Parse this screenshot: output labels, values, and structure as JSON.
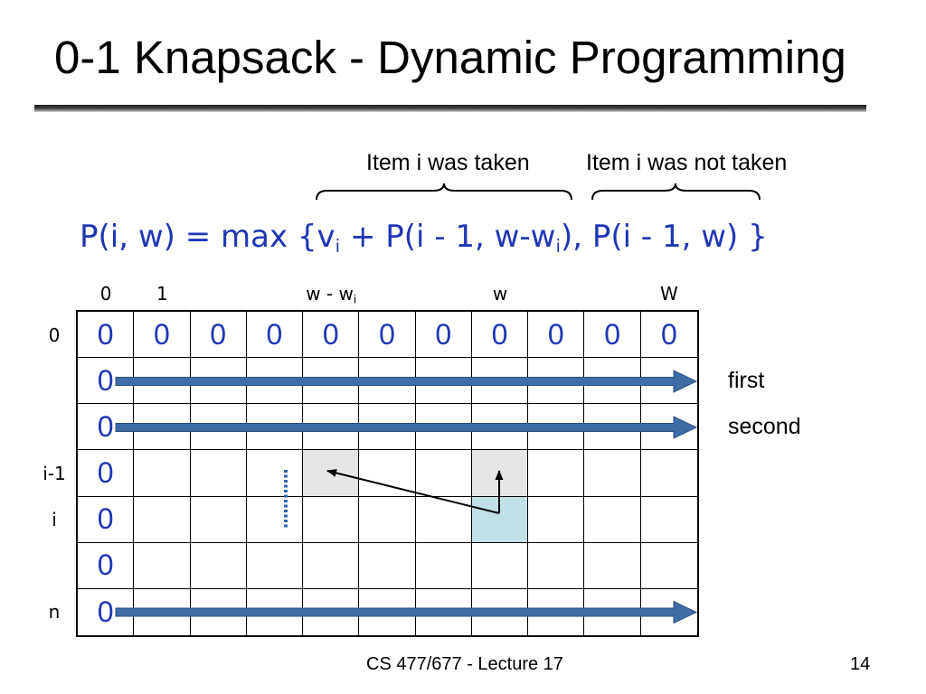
{
  "slide": {
    "title": "0-1 Knapsack - Dynamic Programming",
    "footer": "CS 477/677 - Lecture 17",
    "page_number": "14"
  },
  "braces": {
    "taken": "Item i was taken",
    "not_taken": "Item i was not taken"
  },
  "formula": {
    "part1": "P(i, w) = max {v",
    "sub1": "i",
    "part2": " + P(i - 1, w-w",
    "sub2": "i",
    "part3": "), P(i - 1, w) }"
  },
  "table": {
    "column_headers": [
      {
        "text": "0",
        "sub": ""
      },
      {
        "text": "1",
        "sub": ""
      },
      {
        "text": "",
        "sub": ""
      },
      {
        "text": "",
        "sub": ""
      },
      {
        "text": "w - w",
        "sub": "i"
      },
      {
        "text": "",
        "sub": ""
      },
      {
        "text": "",
        "sub": ""
      },
      {
        "text": "w",
        "sub": ""
      },
      {
        "text": "",
        "sub": ""
      },
      {
        "text": "",
        "sub": ""
      },
      {
        "text": "W",
        "sub": ""
      }
    ],
    "row_labels": [
      "0",
      "",
      "",
      "i-1",
      "i",
      "",
      "n"
    ],
    "row_notes": [
      "",
      "first",
      "second",
      "",
      "",
      "",
      ""
    ],
    "rows": [
      [
        "0",
        "0",
        "0",
        "0",
        "0",
        "0",
        "0",
        "0",
        "0",
        "0",
        "0"
      ],
      [
        "0",
        "",
        "",
        "",
        "",
        "",
        "",
        "",
        "",
        "",
        ""
      ],
      [
        "0",
        "",
        "",
        "",
        "",
        "",
        "",
        "",
        "",
        "",
        ""
      ],
      [
        "0",
        "",
        "",
        "",
        "",
        "",
        "",
        "",
        "",
        "",
        ""
      ],
      [
        "0",
        "",
        "",
        "",
        "",
        "",
        "",
        "",
        "",
        "",
        ""
      ],
      [
        "0",
        "",
        "",
        "",
        "",
        "",
        "",
        "",
        "",
        "",
        ""
      ],
      [
        "0",
        "",
        "",
        "",
        "",
        "",
        "",
        "",
        "",
        "",
        ""
      ]
    ],
    "highlights": [
      {
        "row": 3,
        "col": 4,
        "color": "#e6e6e6"
      },
      {
        "row": 3,
        "col": 7,
        "color": "#e6e6e6"
      },
      {
        "row": 4,
        "col": 7,
        "color": "#c0e2e6"
      }
    ]
  },
  "colors": {
    "accent_blue": "#2036b4",
    "arrow_blue": "#3e6da8",
    "arrow_outline": "#2b5080",
    "dotted_blue": "#2f63a8"
  }
}
